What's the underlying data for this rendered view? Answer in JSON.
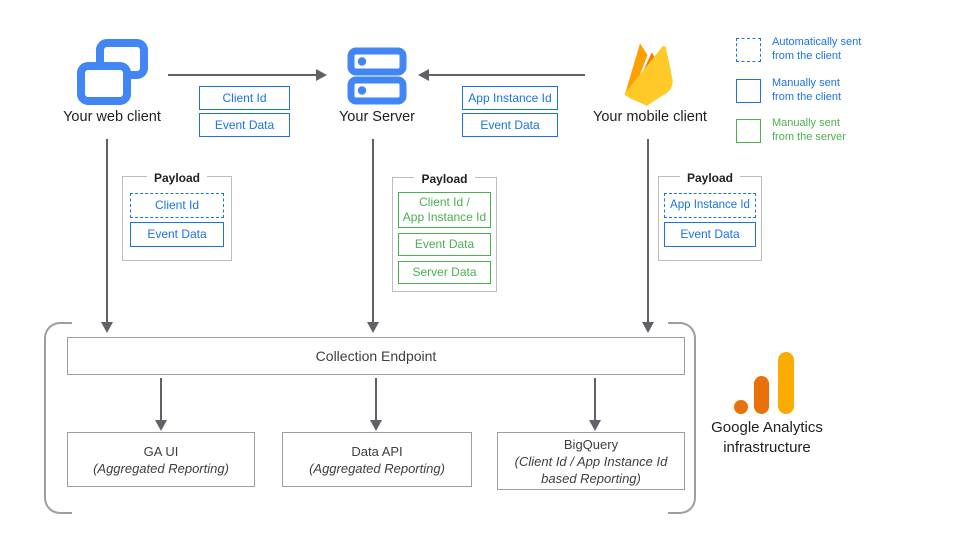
{
  "nodes": {
    "web_client": {
      "label": "Your web client"
    },
    "server": {
      "label": "Your Server"
    },
    "mobile_client": {
      "label": "Your mobile client"
    }
  },
  "flows": {
    "web_to_server": {
      "tags": [
        "Client Id",
        "Event Data"
      ]
    },
    "mobile_to_server": {
      "tags": [
        "App Instance Id",
        "Event Data"
      ]
    }
  },
  "payloads": {
    "web": {
      "title": "Payload",
      "items": [
        {
          "label": "Client Id",
          "style": "auto-client"
        },
        {
          "label": "Event Data",
          "style": "manual-client"
        }
      ]
    },
    "server": {
      "title": "Payload",
      "items": [
        {
          "label": "Client Id /\nApp Instance Id",
          "style": "manual-server"
        },
        {
          "label": "Event Data",
          "style": "manual-server"
        },
        {
          "label": "Server Data",
          "style": "manual-server"
        }
      ]
    },
    "mobile": {
      "title": "Payload",
      "items": [
        {
          "label": "App Instance Id",
          "style": "auto-client"
        },
        {
          "label": "Event Data",
          "style": "manual-client"
        }
      ]
    }
  },
  "legend": {
    "items": [
      {
        "label": "Automatically sent\nfrom the client",
        "style": "auto-client",
        "color": "#1a73e8"
      },
      {
        "label": "Manually sent\nfrom the client",
        "style": "manual-client",
        "color": "#1a73e8"
      },
      {
        "label": "Manually sent\nfrom the server",
        "style": "manual-server",
        "color": "#4caf50"
      }
    ]
  },
  "infrastructure": {
    "collection_endpoint_label": "Collection Endpoint",
    "outputs": [
      {
        "title": "GA UI",
        "subtitle": "(Aggregated Reporting)"
      },
      {
        "title": "Data API",
        "subtitle": "(Aggregated Reporting)"
      },
      {
        "title": "BigQuery",
        "subtitle": "(Client Id / App Instance Id based Reporting)"
      }
    ],
    "label": "Google Analytics infrastructure"
  },
  "colors": {
    "blue": "#1a73e8",
    "icon_blue": "#4285f4",
    "green": "#4caf50",
    "arrow_gray": "#5f6368",
    "box_border_gray": "#9e9e9e",
    "firebase_amber": "#FFA000",
    "firebase_orange": "#F57C00",
    "firebase_yellow": "#FFCA28",
    "ga_gold": "#F9AB00",
    "ga_orange": "#E8710A"
  }
}
